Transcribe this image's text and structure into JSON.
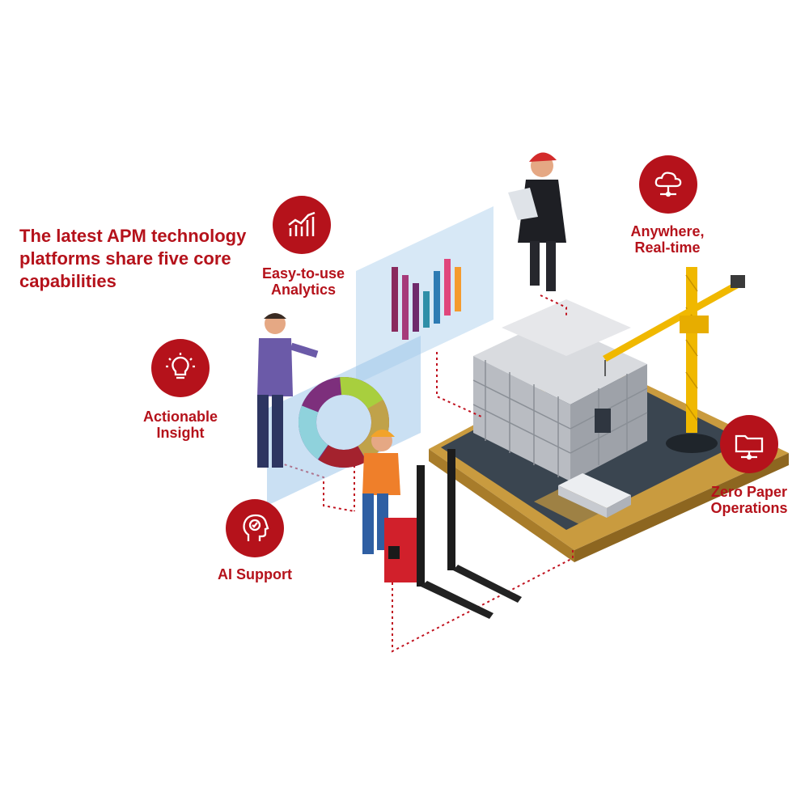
{
  "headline": "The latest APM technology platforms share five core capabilities",
  "colors": {
    "accent": "#b5121b",
    "dotted": "#c0121f",
    "pad_ground": "#3a4550",
    "pad_edge": "#c99b3f",
    "crane": "#f0b800"
  },
  "capabilities": [
    {
      "label": "Easy-to-use\nAnalytics",
      "icon": "bar-chart-icon"
    },
    {
      "label": "Anywhere,\nReal-time",
      "icon": "cloud-network-icon"
    },
    {
      "label": "Actionable\nInsight",
      "icon": "lightbulb-icon"
    },
    {
      "label": "AI Support",
      "icon": "head-gear-icon"
    },
    {
      "label": "Zero Paper\nOperations",
      "icon": "folder-network-icon"
    }
  ]
}
